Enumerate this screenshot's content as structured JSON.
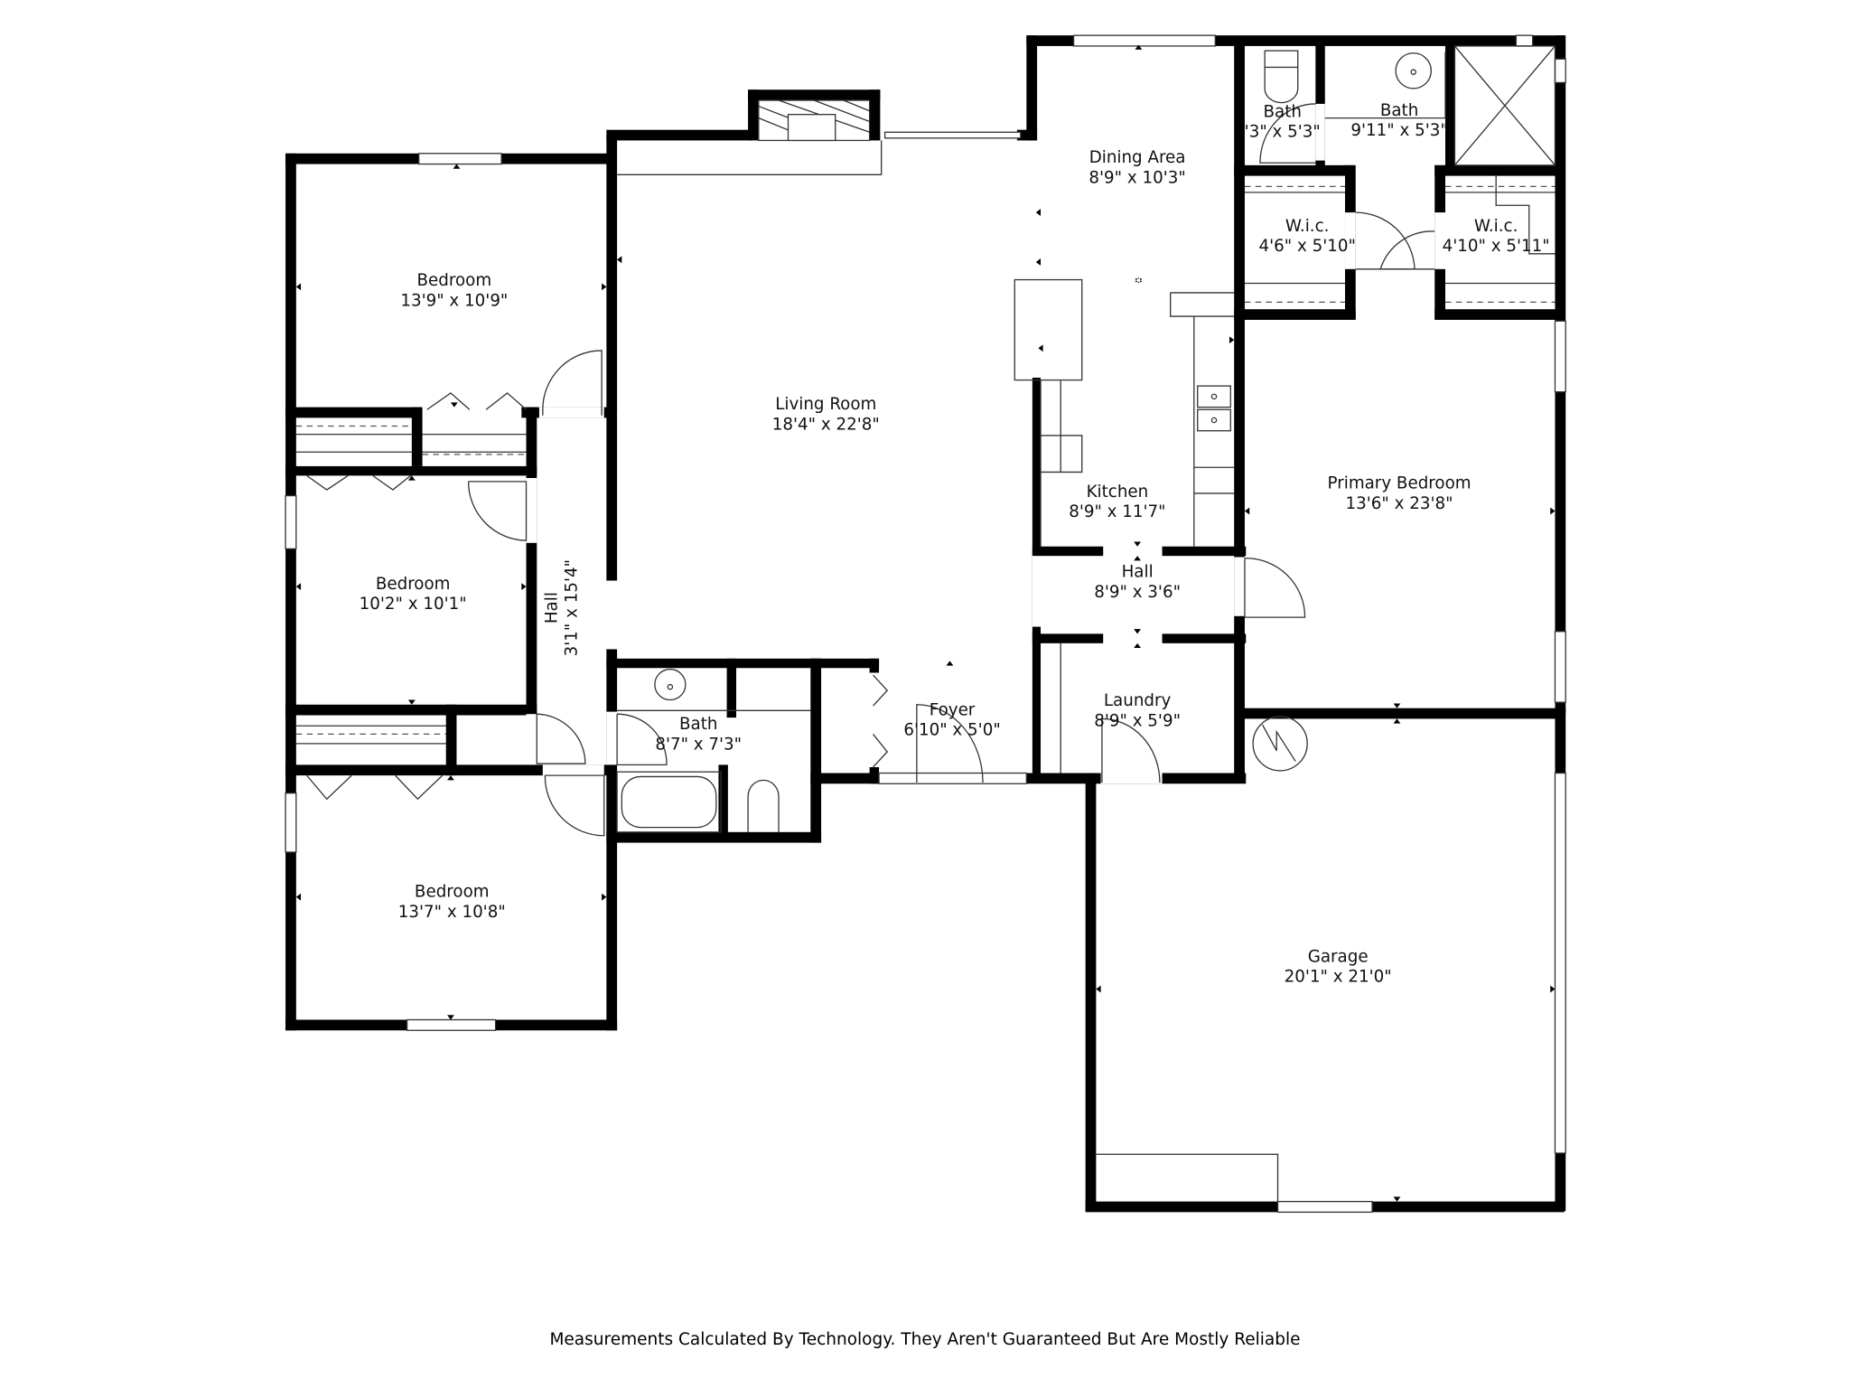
{
  "floorplan": {
    "rooms": [
      {
        "id": "bedroom_1",
        "name": "Bedroom",
        "dimensions": "13'9\" x 10'9\""
      },
      {
        "id": "bedroom_2",
        "name": "Bedroom",
        "dimensions": "10'2\" x 10'1\""
      },
      {
        "id": "bedroom_3",
        "name": "Bedroom",
        "dimensions": "13'7\" x 10'8\""
      },
      {
        "id": "hall_vertical",
        "name": "Hall",
        "dimensions": "3'1\" x 15'4\""
      },
      {
        "id": "living_room",
        "name": "Living Room",
        "dimensions": "18'4\" x 22'8\""
      },
      {
        "id": "dining_area",
        "name": "Dining Area",
        "dimensions": "8'9\" x 10'3\""
      },
      {
        "id": "kitchen",
        "name": "Kitchen",
        "dimensions": "8'9\" x 11'7\""
      },
      {
        "id": "hall_kitchen",
        "name": "Hall",
        "dimensions": "8'9\" x 3'6\""
      },
      {
        "id": "laundry",
        "name": "Laundry",
        "dimensions": "8'9\" x 5'9\""
      },
      {
        "id": "bath_hall",
        "name": "Bath",
        "dimensions": "8'7\" x 7'3\""
      },
      {
        "id": "foyer",
        "name": "Foyer",
        "dimensions": "6'10\" x 5'0\""
      },
      {
        "id": "bath_small",
        "name": "Bath",
        "dimensions": "'3\" x 5'3\""
      },
      {
        "id": "bath_primary",
        "name": "Bath",
        "dimensions": "9'11\" x 5'3\""
      },
      {
        "id": "wic_left",
        "name": "W.i.c.",
        "dimensions": "4'6\" x 5'10\""
      },
      {
        "id": "wic_right",
        "name": "W.i.c.",
        "dimensions": "4'10\" x 5'11\""
      },
      {
        "id": "primary_bedroom",
        "name": "Primary Bedroom",
        "dimensions": "13'6\" x 23'8\""
      },
      {
        "id": "garage",
        "name": "Garage",
        "dimensions": "20'1\" x 21'0\""
      }
    ],
    "icons": [
      "fireplace-icon",
      "toilet-icon",
      "sink-icon",
      "bathtub-icon",
      "shower-icon",
      "kitchen-sink-icon",
      "water-heater-icon",
      "door-swing-icon",
      "window-icon",
      "bifold-closet-door-icon"
    ],
    "wall_color": "#000000",
    "background_color": "#ffffff"
  },
  "footer": {
    "disclaimer": "Measurements Calculated By Technology. They Aren't Guaranteed But Are Mostly Reliable"
  }
}
